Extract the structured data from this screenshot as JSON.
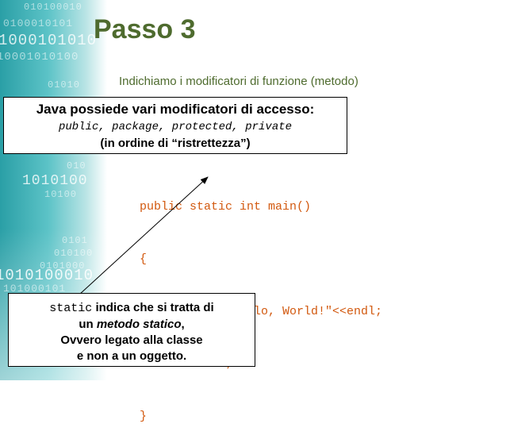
{
  "header": {
    "title": "Passo 3",
    "subtitle": "Indichiamo i modificatori di funzione (metodo)"
  },
  "callout_access": {
    "line1": "Java possiede vari modificatori di accesso:",
    "line2": "public, package, protected, private",
    "line3": "(in ordine di “ristrettezza”)"
  },
  "code": {
    "lines": [
      "public static int main()",
      "{",
      "    cout << \"Hello, World!\"<<endl;",
      "    return 0;",
      "}"
    ]
  },
  "callout_static": {
    "keyword": "static",
    "line1_rest": " indica che si tratta di",
    "line2_prefix": "un ",
    "line2_italic": "metodo statico",
    "line2_suffix": ",",
    "line3": "Ovvero legato alla classe",
    "line4": "e non a un oggetto."
  },
  "decor": {
    "binary_strings": [
      "010100010",
      "0100010101",
      "1000101010",
      "10001010100",
      "01010",
      "010",
      "1010100",
      "10100",
      "0101",
      "010100",
      "0101000",
      "1010100010",
      "101000101"
    ]
  },
  "colors": {
    "title": "#4e6b2e",
    "code": "#d2590f",
    "sidebar": "#2a9fa6"
  }
}
